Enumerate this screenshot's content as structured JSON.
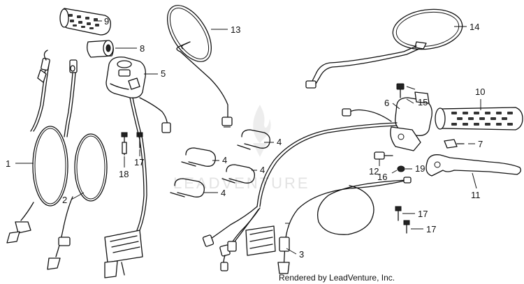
{
  "watermark": "LEADVENTURE",
  "credit": "Rendered by LeadVenture, Inc.",
  "callouts": {
    "c1": "1",
    "c2": "2",
    "c3": "3",
    "c4a": "4",
    "c4b": "4",
    "c4c": "4",
    "c4d": "4",
    "c5": "5",
    "c6": "6",
    "c7": "7",
    "c8": "8",
    "c9": "9",
    "c10": "10",
    "c11": "11",
    "c12": "12",
    "c13": "13",
    "c14": "14",
    "c15": "15",
    "c16": "16",
    "c17a": "17",
    "c17b": "17",
    "c17c": "17",
    "c18": "18",
    "c19": "19"
  }
}
